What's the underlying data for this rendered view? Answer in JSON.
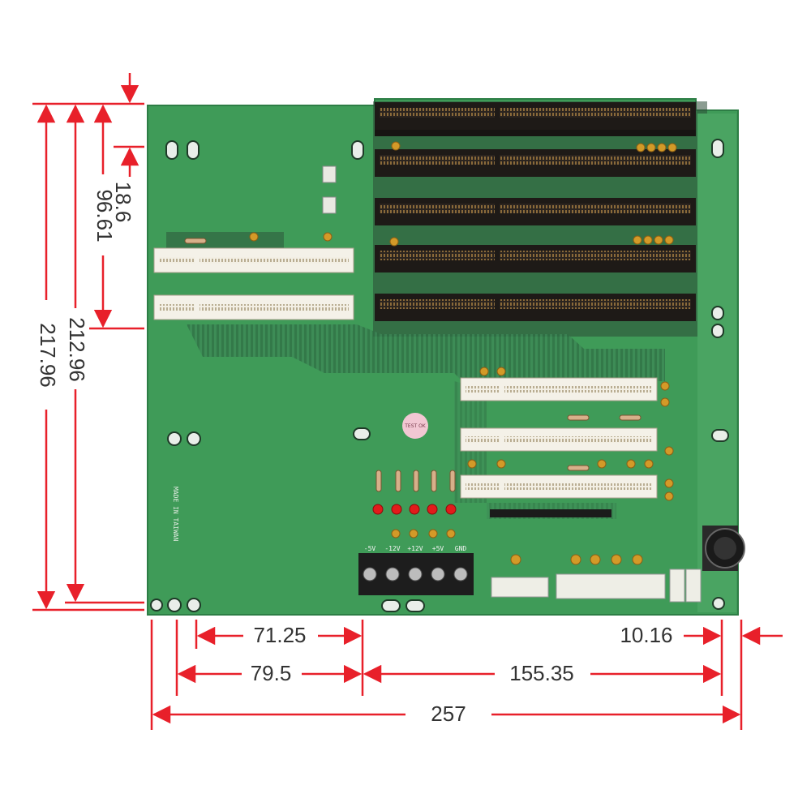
{
  "dimensions": {
    "vertical": [
      "18.6",
      "96.61",
      "212.96",
      "217.96"
    ],
    "horizontal": [
      "71.25",
      "79.5",
      "155.35",
      "10.16",
      "257"
    ]
  },
  "board": {
    "vertical_marking": "MADE IN TAIWAN",
    "sticker": "TEST OK",
    "terminal_labels": [
      "-5V",
      "-12V",
      "+12V",
      "+5V",
      "GND"
    ]
  },
  "colors": {
    "dimension_line": "#e8202a",
    "board": "#3e9a57",
    "isa_connector": "#2a2420",
    "pci_connector": "#f2eee4",
    "led": "#e21b1b"
  }
}
